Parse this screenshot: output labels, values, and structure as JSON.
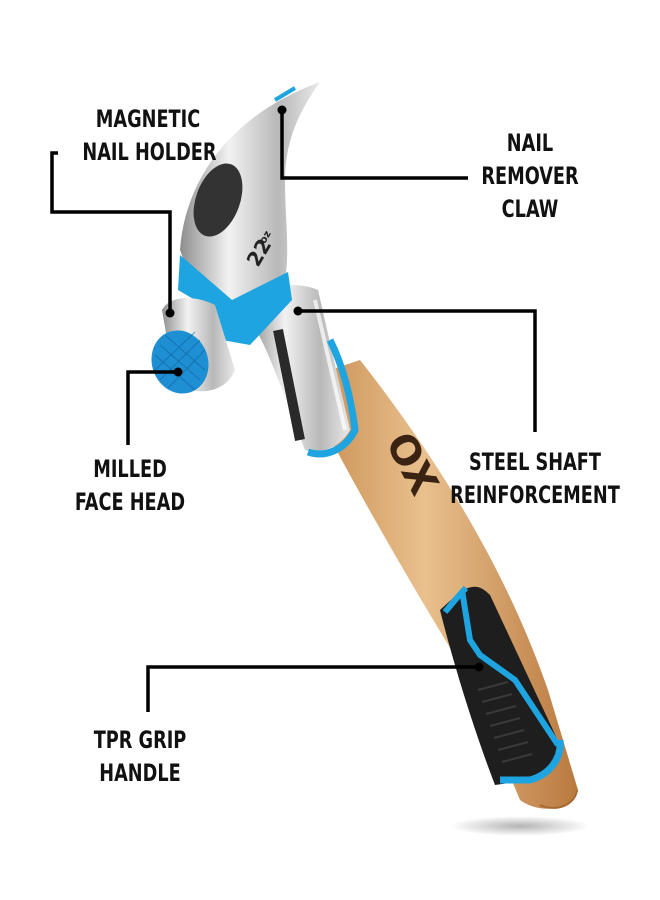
{
  "product": {
    "weight_badge": "22",
    "weight_unit": "oz",
    "brand_logo": "OX",
    "colors": {
      "accent_blue": "#1ea4e0",
      "steel": "#c9c9c9",
      "wood": "#d7a36a",
      "grip_black": "#1e1e1e",
      "leader_line": "#000000"
    }
  },
  "callouts": [
    {
      "id": "magnetic-nail-holder",
      "lines": [
        "MAGNETIC",
        "NAIL HOLDER"
      ]
    },
    {
      "id": "nail-remover-claw",
      "lines": [
        "NAIL",
        "REMOVER",
        "CLAW"
      ]
    },
    {
      "id": "milled-face-head",
      "lines": [
        "MILLED",
        "FACE HEAD"
      ]
    },
    {
      "id": "steel-shaft-reinforcement",
      "lines": [
        "STEEL SHAFT",
        "REINFORCEMENT"
      ]
    },
    {
      "id": "tpr-grip-handle",
      "lines": [
        "TPR GRIP",
        "HANDLE"
      ]
    }
  ]
}
